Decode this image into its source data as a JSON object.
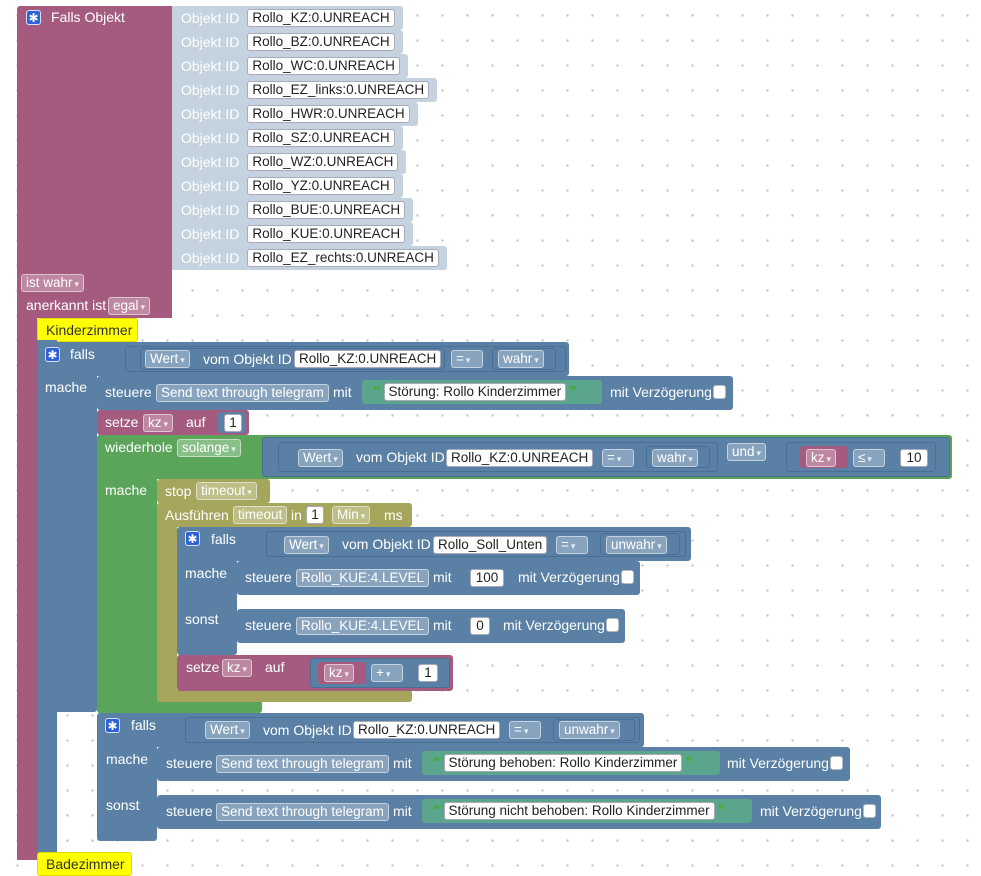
{
  "trigger": {
    "title": "Falls Objekt",
    "object_id_label": "Objekt ID",
    "objects": [
      "Rollo_KZ:0.UNREACH",
      "Rollo_BZ:0.UNREACH",
      "Rollo_WC:0.UNREACH",
      "Rollo_EZ_links:0.UNREACH",
      "Rollo_HWR:0.UNREACH",
      "Rollo_SZ:0.UNREACH",
      "Rollo_WZ:0.UNREACH",
      "Rollo_YZ:0.UNREACH",
      "Rollo_BUE:0.UNREACH",
      "Rollo_KUE:0.UNREACH",
      "Rollo_EZ_rechts:0.UNREACH"
    ],
    "condition": "ist wahr",
    "ack_label": "anerkannt ist",
    "ack_value": "egal"
  },
  "comment1": "Kinderzimmer",
  "comment2": "Badezimmer",
  "labels": {
    "falls": "falls",
    "mache": "mache",
    "sonst": "sonst",
    "wert": "Wert",
    "vom_objekt_id": "vom Objekt ID",
    "steuere": "steuere",
    "mit": "mit",
    "mit_verzoegerung": "mit Verzögerung",
    "setze": "setze",
    "auf": "auf",
    "wiederhole": "wiederhole",
    "solange": "solange",
    "und": "und",
    "stop": "stop",
    "timeout": "timeout",
    "ausfuehren": "Ausführen",
    "in": "in",
    "min": "Min",
    "ms": "ms",
    "eq": "=",
    "le": "≤",
    "plus": "+",
    "wahr": "wahr",
    "unwahr": "unwahr",
    "kz": "kz"
  },
  "if1": {
    "object": "Rollo_KZ:0.UNREACH",
    "target": "Send text through telegram",
    "text": "Störung: Rollo Kinderzimmer"
  },
  "setze_kz_value": "1",
  "loop": {
    "object": "Rollo_KZ:0.UNREACH",
    "limit": "10"
  },
  "timeout_value": "1",
  "inner_if": {
    "object": "Rollo_Soll_Unten",
    "target": "Rollo_KUE:4.LEVEL",
    "value_then": "100",
    "value_else": "0"
  },
  "increment": "1",
  "if2": {
    "object": "Rollo_KZ:0.UNREACH",
    "target": "Send text through telegram",
    "text_then": "Störung behoben: Rollo Kinderzimmer",
    "text_else": "Störung nicht behoben: Rollo Kinderzimmer"
  }
}
